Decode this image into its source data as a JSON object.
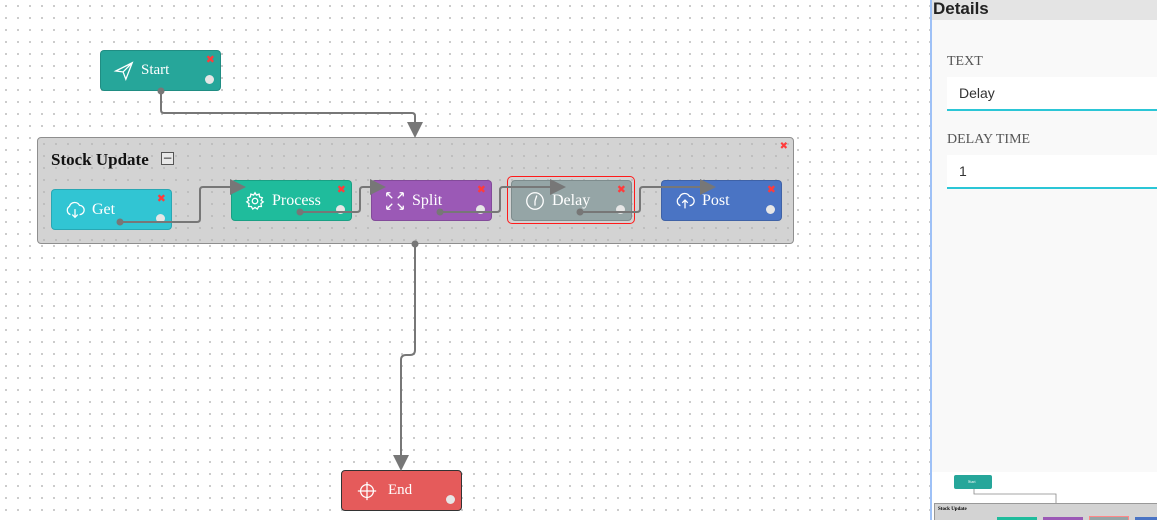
{
  "canvas": {
    "start": {
      "label": "Start",
      "icon": "send-icon",
      "color": "#26a69a"
    },
    "group": {
      "title": "Stock Update",
      "collapse": "−"
    },
    "nodes": [
      {
        "label": "Get",
        "icon": "cloud-download-icon",
        "color": "#31c5d3"
      },
      {
        "label": "Process",
        "icon": "gear-icon",
        "color": "#1fbc9c"
      },
      {
        "label": "Split",
        "icon": "expand-arrows-icon",
        "color": "#9b59b6"
      },
      {
        "label": "Delay",
        "icon": "clock-icon",
        "color": "#95a5a6",
        "selected": true
      },
      {
        "label": "Post",
        "icon": "cloud-upload-icon",
        "color": "#4a74c4"
      }
    ],
    "end": {
      "label": "End",
      "icon": "crosshair-icon",
      "color": "#e55b5b"
    },
    "delete_glyph": "✖"
  },
  "details": {
    "title": "Details",
    "fields": [
      {
        "label": "TEXT",
        "value": "Delay"
      },
      {
        "label": "DELAY TIME",
        "value": "1"
      }
    ],
    "minimap": {
      "start": "Start",
      "group": "Stock Update"
    }
  }
}
